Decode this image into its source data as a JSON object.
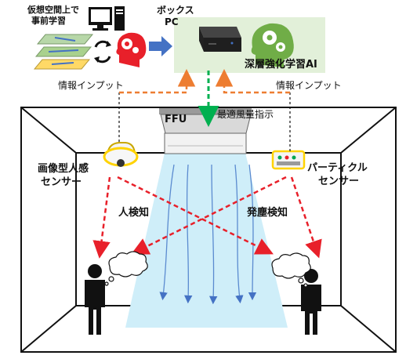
{
  "top": {
    "premodel_label_line1": "仮想空間上で",
    "premodel_label_line2": "事前学習",
    "box_pc_line1": "ボックス",
    "box_pc_line2": "PC",
    "ai_label": "深層強化学習AI"
  },
  "flows": {
    "input_left": "情報インプット",
    "input_right": "情報インプット",
    "optimal_airflow": "最適風量指示"
  },
  "room": {
    "ffu_label": "FFU",
    "camera_sensor_line1": "画像型人感",
    "camera_sensor_line2": "センサー",
    "particle_sensor_line1": "パーティクル",
    "particle_sensor_line2": "センサー",
    "person_detect": "人検知",
    "dust_detect": "発塵検知"
  },
  "colors": {
    "green_panel": "#e2f0d9",
    "green_head": "#70ad47",
    "red_gear": "#e8202a",
    "blue_arrow": "#4472c4",
    "orange_dash": "#ed7d31",
    "green_dash": "#00b050",
    "red_dash": "#e8202a",
    "airflow": "#cfeef9",
    "airflow_line": "#5b8bd0"
  }
}
